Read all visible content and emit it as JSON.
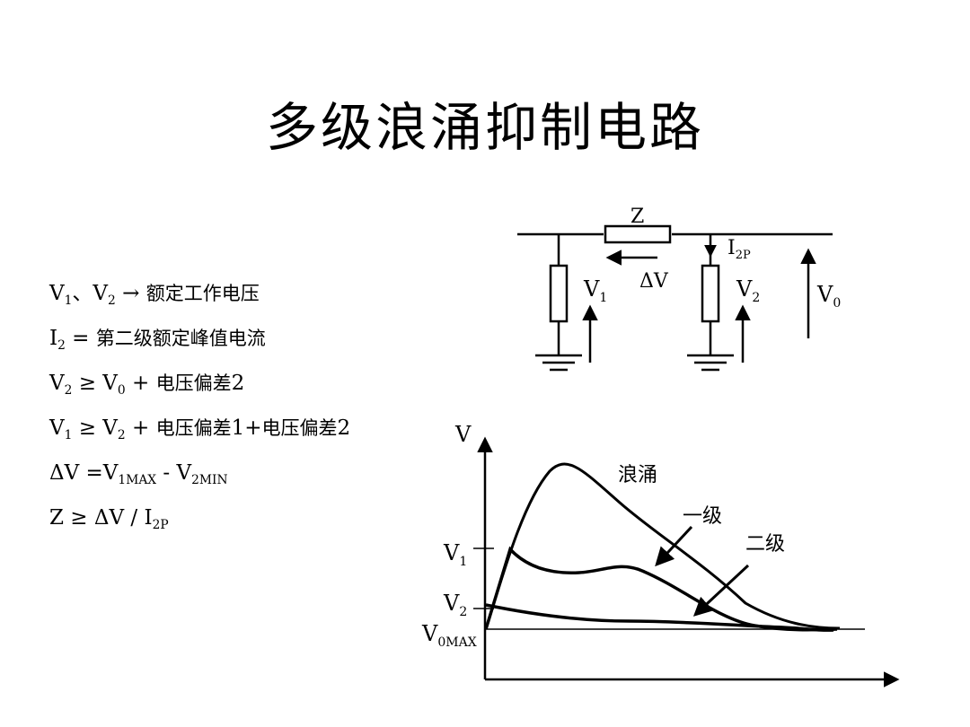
{
  "title": "多级浪涌抑制电路",
  "equations": [
    {
      "parts": [
        {
          "t": "V"
        },
        {
          "sub": "1"
        },
        {
          "t": "、"
        },
        {
          "t": "V"
        },
        {
          "sub": "2"
        },
        {
          "t": " → "
        },
        {
          "t": "额定工作电压"
        }
      ]
    },
    {
      "parts": [
        {
          "t": "I"
        },
        {
          "sub": "2"
        },
        {
          "t": " = "
        },
        {
          "t": "第二级额定峰值电流"
        }
      ]
    },
    {
      "parts": [
        {
          "t": "V"
        },
        {
          "sub": "2"
        },
        {
          "t": " ≥ V"
        },
        {
          "sub": "0"
        },
        {
          "t": " + "
        },
        {
          "t": "电压偏差"
        },
        {
          "t": "2"
        }
      ]
    },
    {
      "parts": [
        {
          "t": "V"
        },
        {
          "sub": "1"
        },
        {
          "t": " ≥ V"
        },
        {
          "sub": "2"
        },
        {
          "t": " + "
        },
        {
          "t": "电压偏差"
        },
        {
          "t": "1+"
        },
        {
          "t": "电压偏差"
        },
        {
          "t": "2"
        }
      ]
    },
    {
      "parts": [
        {
          "t": "ΔV =V"
        },
        {
          "sub": "1MAX"
        },
        {
          "t": " - V"
        },
        {
          "sub": "2MIN"
        }
      ]
    },
    {
      "parts": [
        {
          "t": "Z  ≥ ΔV / I"
        },
        {
          "sub": "2P"
        }
      ]
    }
  ],
  "circuit": {
    "z_label": "Z",
    "i2p_main": "I",
    "i2p_sub": "2P",
    "dv_label": "ΔV",
    "v1_main": "V",
    "v1_sub": "1",
    "v2_main": "V",
    "v2_sub": "2",
    "v0_main": "V",
    "v0_sub": "0"
  },
  "graph": {
    "axis_label": "V",
    "v1_main": "V",
    "v1_sub": "1",
    "v2_main": "V",
    "v2_sub": "2",
    "v0_main": "V",
    "v0_sub": "0MAX",
    "surge_label": "浪涌",
    "stage1_label": "一级",
    "stage2_label": "二级"
  }
}
